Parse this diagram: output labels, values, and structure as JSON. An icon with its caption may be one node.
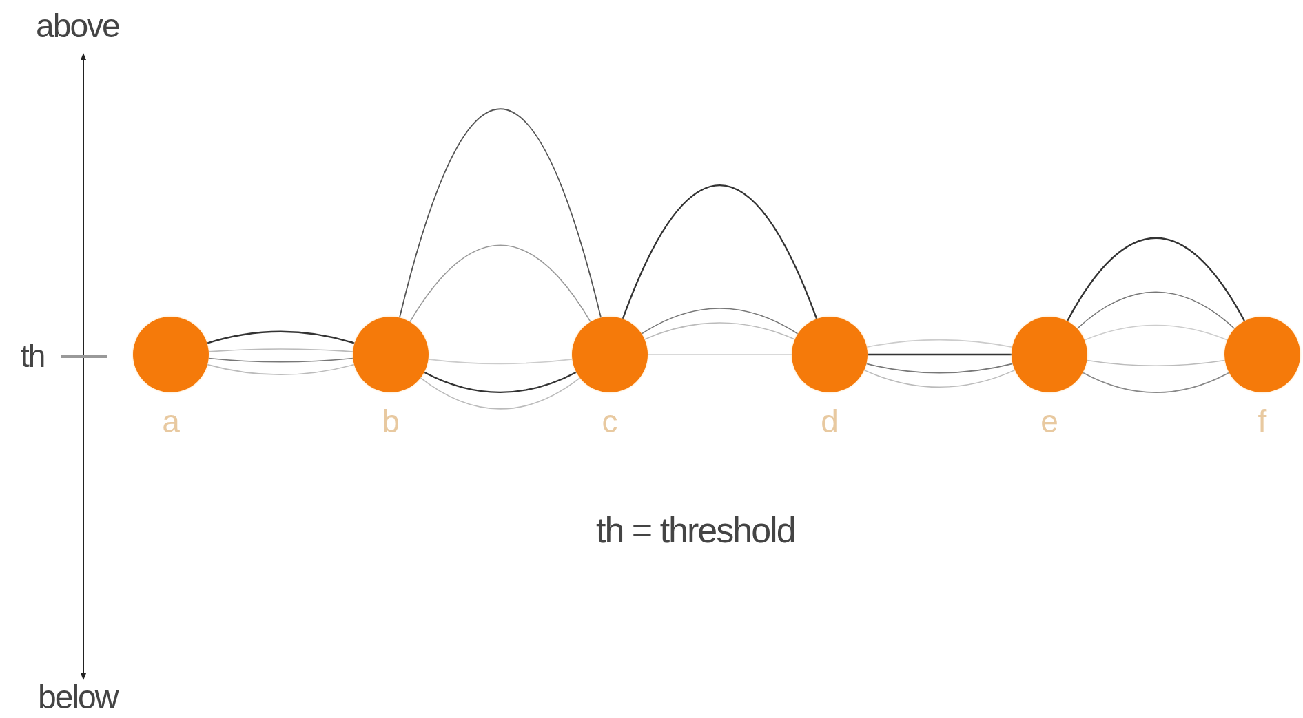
{
  "diagram": {
    "nodes": [
      {
        "text": [],
        "shape": "circle",
        "beside": [
          "a"
        ]
      },
      {
        "text": [],
        "shape": "circle",
        "beside": [
          "b"
        ]
      },
      {
        "text": [],
        "shape": "circle",
        "beside": [
          "c"
        ]
      },
      {
        "text": [],
        "shape": "circle",
        "beside": [
          "d"
        ]
      },
      {
        "text": [],
        "shape": "circle",
        "beside": [
          "e"
        ]
      },
      {
        "text": [],
        "shape": "circle",
        "beside": [
          "f"
        ]
      }
    ],
    "edges": [
      {
        "from": 0,
        "to": 1,
        "arrow": "none",
        "color": "#333333"
      },
      {
        "from": 0,
        "to": 1,
        "arrow": "none",
        "color": "#bbbbbb"
      },
      {
        "from": 0,
        "to": 1,
        "arrow": "none",
        "color": "#777777"
      },
      {
        "from": 0,
        "to": 1,
        "arrow": "none",
        "color": "#bbbbbb"
      },
      {
        "from": 1,
        "to": 2,
        "arrow": "none",
        "color": "#555555"
      },
      {
        "from": 1,
        "to": 2,
        "arrow": "none",
        "color": "#999999"
      },
      {
        "from": 1,
        "to": 2,
        "arrow": "none",
        "color": "#333333"
      },
      {
        "from": 1,
        "to": 2,
        "arrow": "none",
        "color": "#bbbbbb"
      },
      {
        "from": 1,
        "to": 2,
        "arrow": "none",
        "color": "#cccccc"
      },
      {
        "from": 2,
        "to": 3,
        "arrow": "none",
        "color": "#333333"
      },
      {
        "from": 2,
        "to": 3,
        "arrow": "none",
        "color": "#777777"
      },
      {
        "from": 2,
        "to": 3,
        "arrow": "none",
        "color": "#bbbbbb"
      },
      {
        "from": 2,
        "to": 3,
        "arrow": "none",
        "color": "#cccccc"
      },
      {
        "from": 3,
        "to": 4,
        "arrow": "none",
        "color": "#cccccc"
      },
      {
        "from": 3,
        "to": 4,
        "arrow": "none",
        "color": "#333333"
      },
      {
        "from": 3,
        "to": 4,
        "arrow": "none",
        "color": "#777777"
      },
      {
        "from": 3,
        "to": 4,
        "arrow": "none",
        "color": "#bbbbbb"
      },
      {
        "from": 4,
        "to": 5,
        "arrow": "none",
        "color": "#333333"
      },
      {
        "from": 4,
        "to": 5,
        "arrow": "none",
        "color": "#777777"
      },
      {
        "from": 4,
        "to": 5,
        "arrow": "none",
        "color": "#cccccc"
      },
      {
        "from": 4,
        "to": 5,
        "arrow": "none",
        "color": "#bbbbbb"
      },
      {
        "from": 4,
        "to": 5,
        "arrow": "none",
        "color": "#888888"
      }
    ],
    "labels": [
      "above",
      "th",
      "th = threshold",
      "below"
    ]
  }
}
